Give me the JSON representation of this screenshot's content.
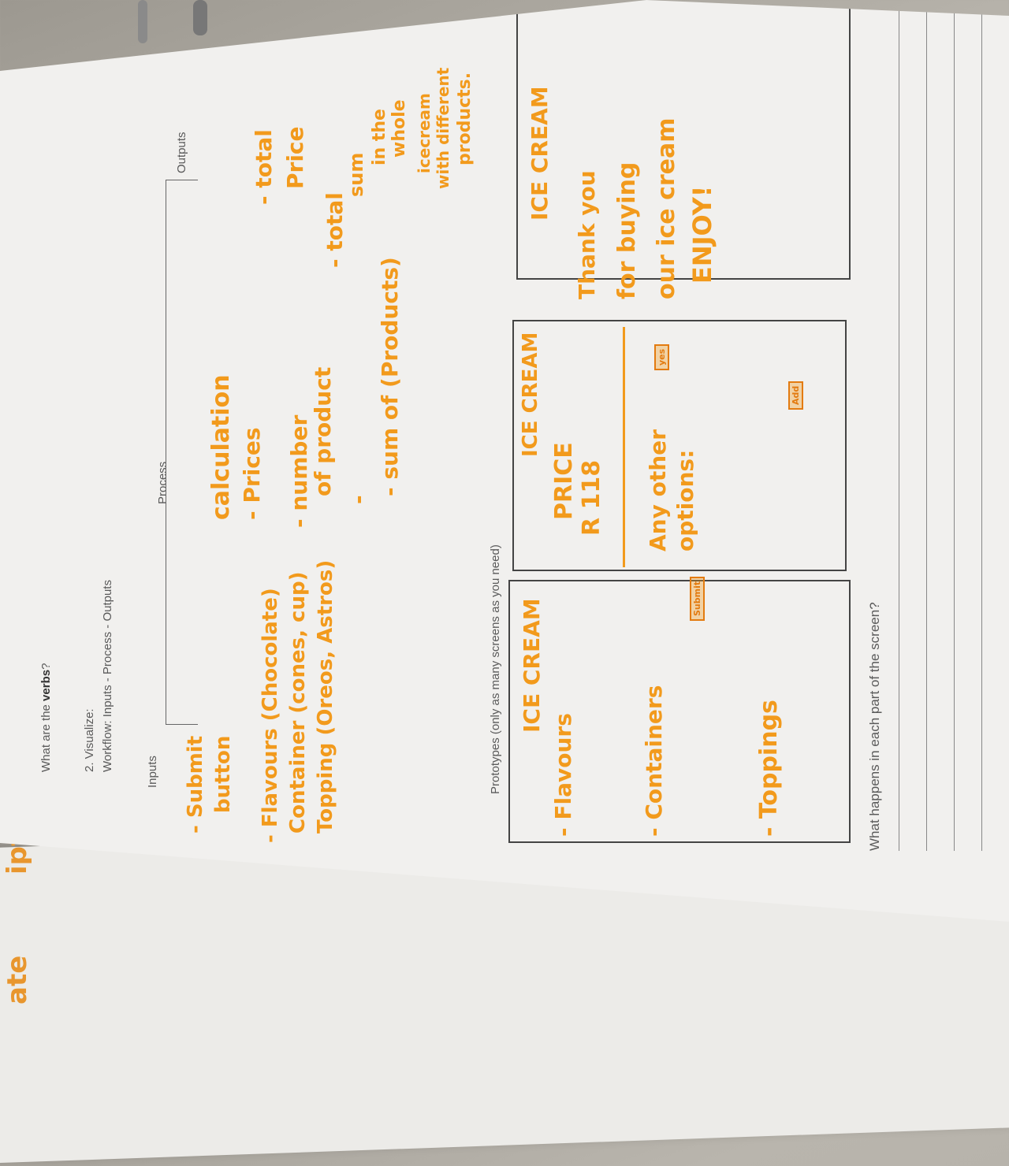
{
  "worksheet": {
    "verbs_question_prefix": "What are the ",
    "verbs_question_bold": "verbs",
    "verbs_question_suffix": "?",
    "visualize_heading": "2. Visualize:",
    "workflow_line": "Workflow: Inputs - Process - Outputs",
    "inputs_label": "Inputs",
    "process_label": "Process",
    "outputs_label": "Outputs",
    "prototypes_label": "Prototypes (only as many screens as you need)",
    "screen_question": "What happens in each part of the screen?"
  },
  "handwriting": {
    "inputs": [
      "- Submit",
      "button",
      "- Flavours (Chocolate)",
      "Container (cones, cup)",
      "Topping (Oreos, Astros)"
    ],
    "process": [
      "calculation",
      "- Prices",
      "- number",
      "of product",
      "-",
      "- sum of (Products)"
    ],
    "outputs": [
      "- total",
      "Price",
      "- total",
      "sum",
      "in the",
      "whole",
      "icecream",
      "with different",
      "products."
    ],
    "screen1": {
      "title": "ICE CREAM",
      "lines": [
        "- Flavours",
        "- Containers",
        "- Toppings"
      ],
      "button": "Submit"
    },
    "screen2": {
      "title": "ICE CREAM",
      "price_label": "PRICE",
      "price_value": "R 118",
      "question": "Any other",
      "question2": "options:",
      "button_yes": "yes",
      "button_add": "Add"
    },
    "screen3": {
      "title": "ICE CREAM",
      "lines": [
        "Thank you",
        "for buying",
        "our ice cream",
        "ENJOY!"
      ]
    }
  },
  "under_sheet": {
    "fragments": [
      "ate",
      "ipt."
    ]
  }
}
